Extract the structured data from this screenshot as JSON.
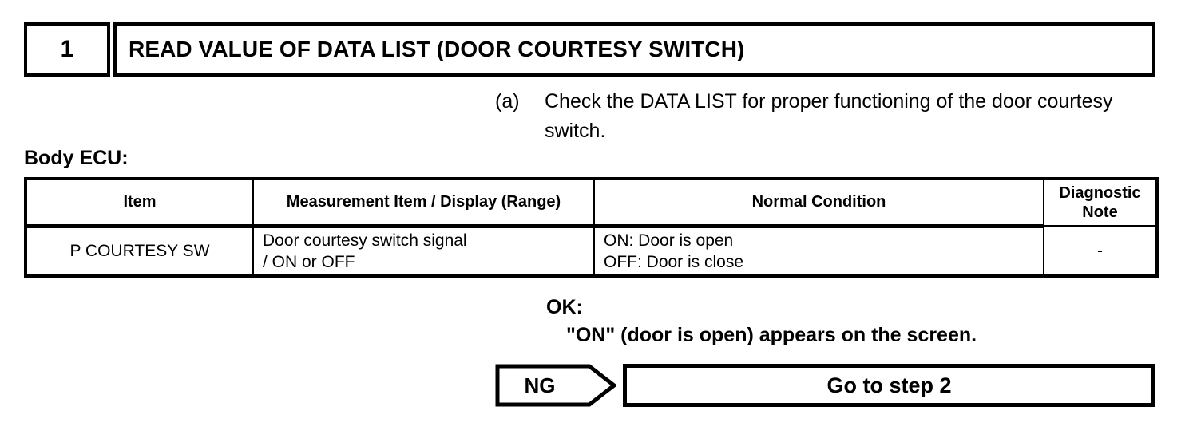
{
  "step": {
    "number": "1",
    "title": "READ VALUE OF DATA LIST (DOOR COURTESY SWITCH)"
  },
  "instruction": {
    "marker": "(a)",
    "text": "Check the DATA LIST for proper functioning of the door courtesy switch."
  },
  "section": {
    "label": "Body ECU:"
  },
  "table": {
    "headers": [
      "Item",
      "Measurement Item / Display (Range)",
      "Normal Condition",
      "Diagnostic Note"
    ],
    "header_note_line1": "Diagnostic",
    "header_note_line2": "Note",
    "rows": [
      {
        "item": "P COURTESY SW",
        "measurement_line1": "Door courtesy switch signal",
        "measurement_line2": "/ ON or OFF",
        "normal_line1": "ON: Door is open",
        "normal_line2": "OFF: Door is close",
        "note": "-"
      }
    ]
  },
  "result": {
    "ok_label": "OK:",
    "ok_text": "\"ON\" (door is open) appears on the screen.",
    "ng_label": "NG",
    "ng_action": "Go to step 2"
  }
}
